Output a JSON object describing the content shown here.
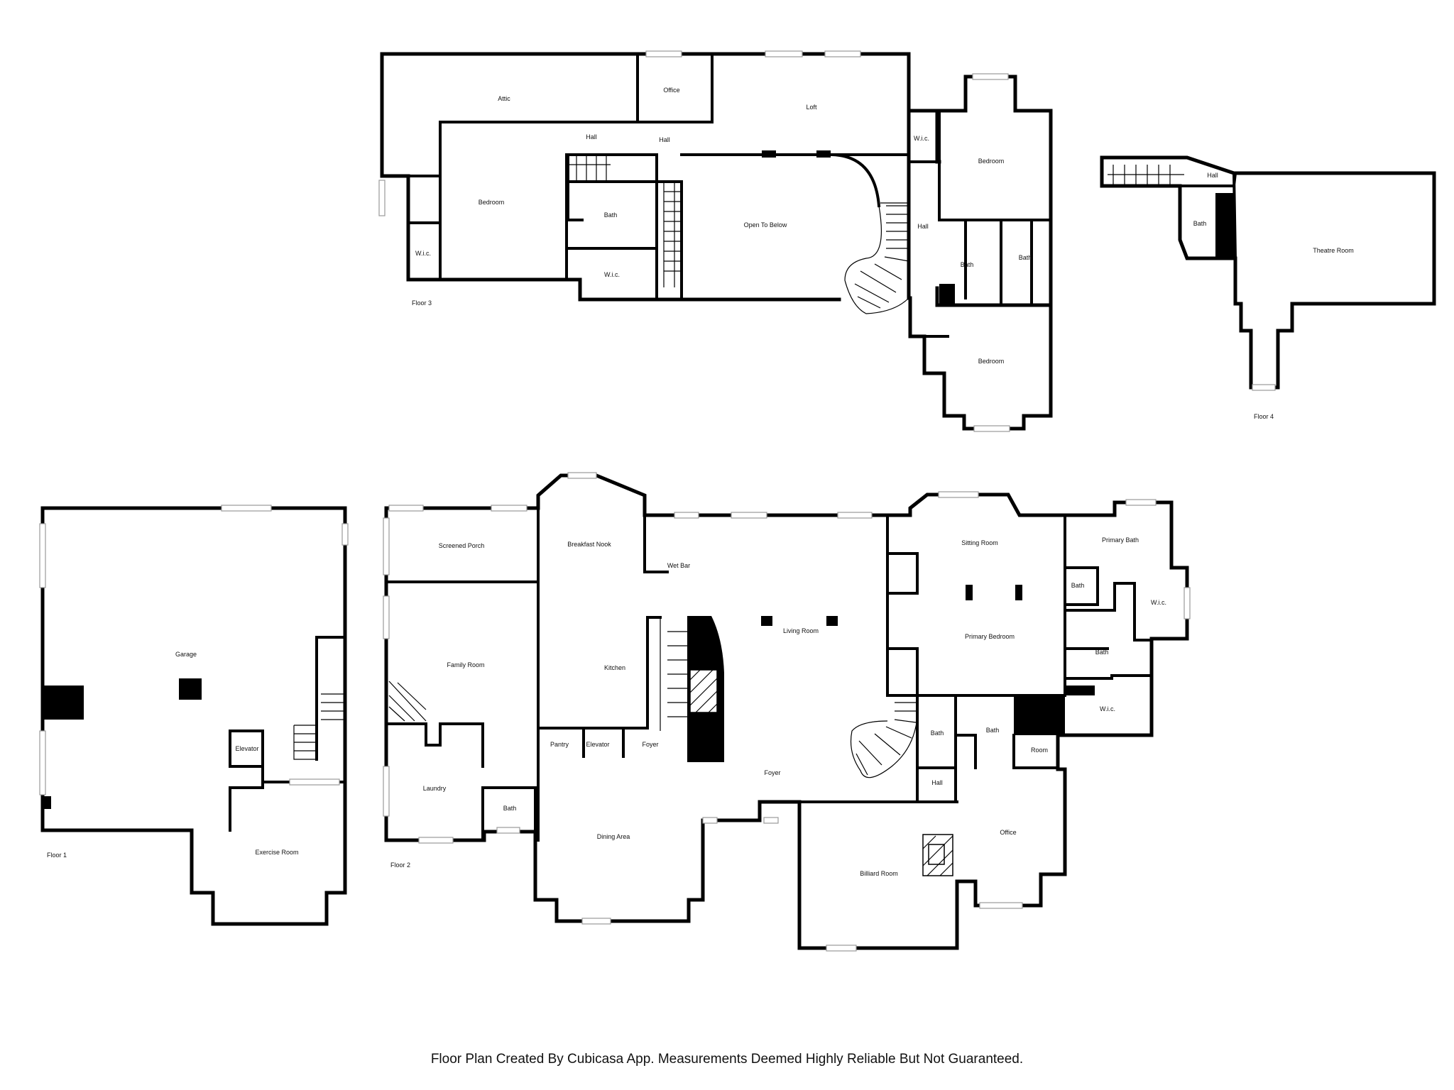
{
  "floors": {
    "floor1": {
      "label": "Floor 1",
      "rooms": {
        "garage": "Garage",
        "elevator": "Elevator",
        "exercise": "Exercise Room"
      }
    },
    "floor2": {
      "label": "Floor 2",
      "rooms": {
        "screened_porch": "Screened Porch",
        "breakfast_nook": "Breakfast Nook",
        "wet_bar": "Wet Bar",
        "family_room": "Family Room",
        "kitchen": "Kitchen",
        "living_room": "Living Room",
        "pantry": "Pantry",
        "elevator": "Elevator",
        "foyer_small": "Foyer",
        "foyer": "Foyer",
        "laundry": "Laundry",
        "bath": "Bath",
        "dining": "Dining Area",
        "billiard": "Billiard Room",
        "sitting": "Sitting Room",
        "primary_bedroom": "Primary Bedroom",
        "primary_bath": "Primary Bath",
        "bath_small": "Bath",
        "wic_top": "W.i.c.",
        "bath_mid": "Bath",
        "wic_bottom": "W.i.c.",
        "bath_a": "Bath",
        "bath_b": "Bath",
        "room": "Room",
        "hall": "Hall",
        "office": "Office"
      }
    },
    "floor3": {
      "label": "Floor 3",
      "rooms": {
        "attic": "Attic",
        "office": "Office",
        "loft": "Loft",
        "hall_a": "Hall",
        "hall_b": "Hall",
        "bedroom_left": "Bedroom",
        "bath_center": "Bath",
        "wic_left": "W.i.c.",
        "wic_center": "W.i.c.",
        "open_below": "Open To Below",
        "wic_right": "W.i.c.",
        "bedroom_right": "Bedroom",
        "hall_right": "Hall",
        "bath_right_a": "Bath",
        "bath_right_b": "Bath",
        "bedroom_bottom": "Bedroom"
      }
    },
    "floor4": {
      "label": "Floor 4",
      "rooms": {
        "hall": "Hall",
        "bath": "Bath",
        "theatre": "Theatre Room"
      }
    }
  },
  "disclaimer": "Floor Plan Created By Cubicasa App. Measurements Deemed Highly Reliable But Not Guaranteed."
}
